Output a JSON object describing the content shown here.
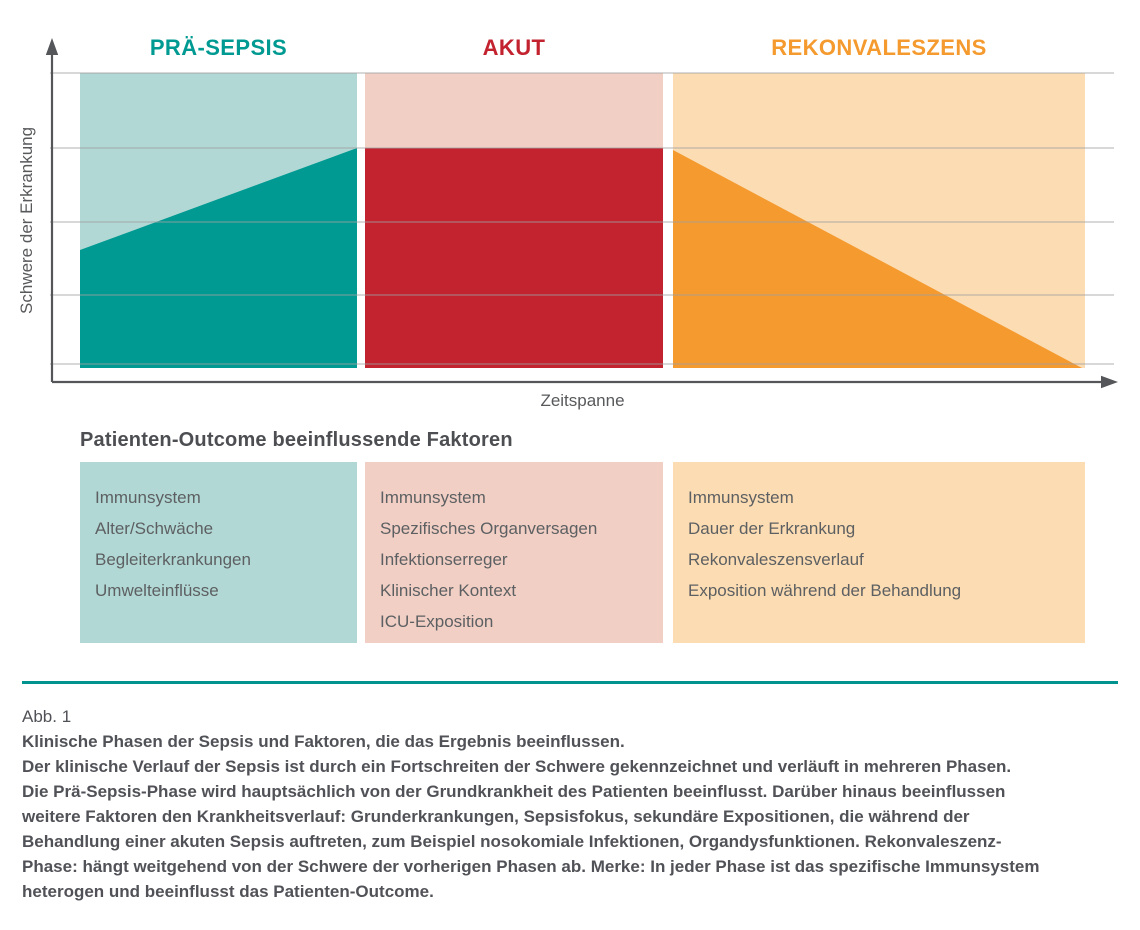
{
  "figure": {
    "y_axis_label": "Schwere der Erkrankung",
    "x_axis_label": "Zeitspanne",
    "phases": [
      {
        "label": "PRÄ-SEPSIS",
        "color": "#009a92",
        "band_color": "#b2d8d5"
      },
      {
        "label": "AKUT",
        "color": "#c2232f",
        "band_color": "#f1cfc5"
      },
      {
        "label": "REKONVALESZENS",
        "color": "#f49a2e",
        "band_color": "#fcdcb3"
      }
    ]
  },
  "chart_data": {
    "type": "area",
    "title": "",
    "xlabel": "Zeitspanne",
    "ylabel": "Schwere der Erkrankung",
    "ylim": [
      0,
      1
    ],
    "grid": true,
    "legend_position": "none",
    "axis_ticks": "none (schematic, unlabeled time axis)",
    "background_band_severity": 1.0,
    "series": [
      {
        "name": "PRÄ-SEPSIS",
        "x_fraction": [
          0.0,
          0.27
        ],
        "severity": [
          0.4,
          0.75
        ],
        "trend": "rising",
        "fill": "#009a92",
        "band_fill": "#b2d8d5"
      },
      {
        "name": "AKUT",
        "x_fraction": [
          0.28,
          0.57
        ],
        "severity": [
          0.75,
          0.75
        ],
        "trend": "plateau-high",
        "fill": "#c2232f",
        "band_fill": "#f1cfc5"
      },
      {
        "name": "REKONVALESZENS",
        "x_fraction": [
          0.58,
          1.0
        ],
        "severity": [
          0.74,
          0.0
        ],
        "trend": "declining",
        "fill": "#f49a2e",
        "band_fill": "#fcdcb3"
      }
    ]
  },
  "factors": {
    "heading": "Patienten-Outcome beeinflussende Faktoren",
    "boxes": [
      {
        "phase": "PRÄ-SEPSIS",
        "items": [
          "Immunsystem",
          "Alter/Schwäche",
          "Begleiterkrankungen",
          "Umwelteinflüsse"
        ]
      },
      {
        "phase": "AKUT",
        "items": [
          "Immunsystem",
          "Spezifisches Organversagen",
          "Infektionserreger",
          "Klinischer Kontext",
          "ICU-Exposition"
        ]
      },
      {
        "phase": "REKONVALESZENS",
        "items": [
          "Immunsystem",
          "Dauer der Erkrankung",
          "Rekonvaleszensverlauf",
          "Exposition während der Behandlung"
        ]
      }
    ]
  },
  "caption": {
    "rule_color": "#00928c",
    "figure_number": "Abb. 1",
    "lines": [
      "Klinische Phasen der Sepsis und Faktoren, die das Ergebnis beeinflussen.",
      "Der klinische Verlauf der Sepsis ist durch ein Fortschreiten der Schwere gekennzeichnet und verläuft in mehreren Phasen.",
      "Die Prä-Sepsis-Phase wird hauptsächlich von der Grundkrankheit des Patienten beeinflusst. Darüber hinaus beeinflussen",
      "weitere Faktoren den Krankheitsverlauf: Grunderkrankungen, Sepsisfokus, sekundäre Expositionen, die während der",
      "Behandlung einer akuten Sepsis auftreten, zum Beispiel nosokomiale Infektionen, Organdysfunktionen. Rekonvaleszenz-",
      "Phase: hängt weitgehend von der Schwere der vorherigen Phasen ab. Merke: In jeder Phase ist das spezifische Immunsystem",
      "heterogen und beeinflusst das Patienten-Outcome."
    ]
  }
}
